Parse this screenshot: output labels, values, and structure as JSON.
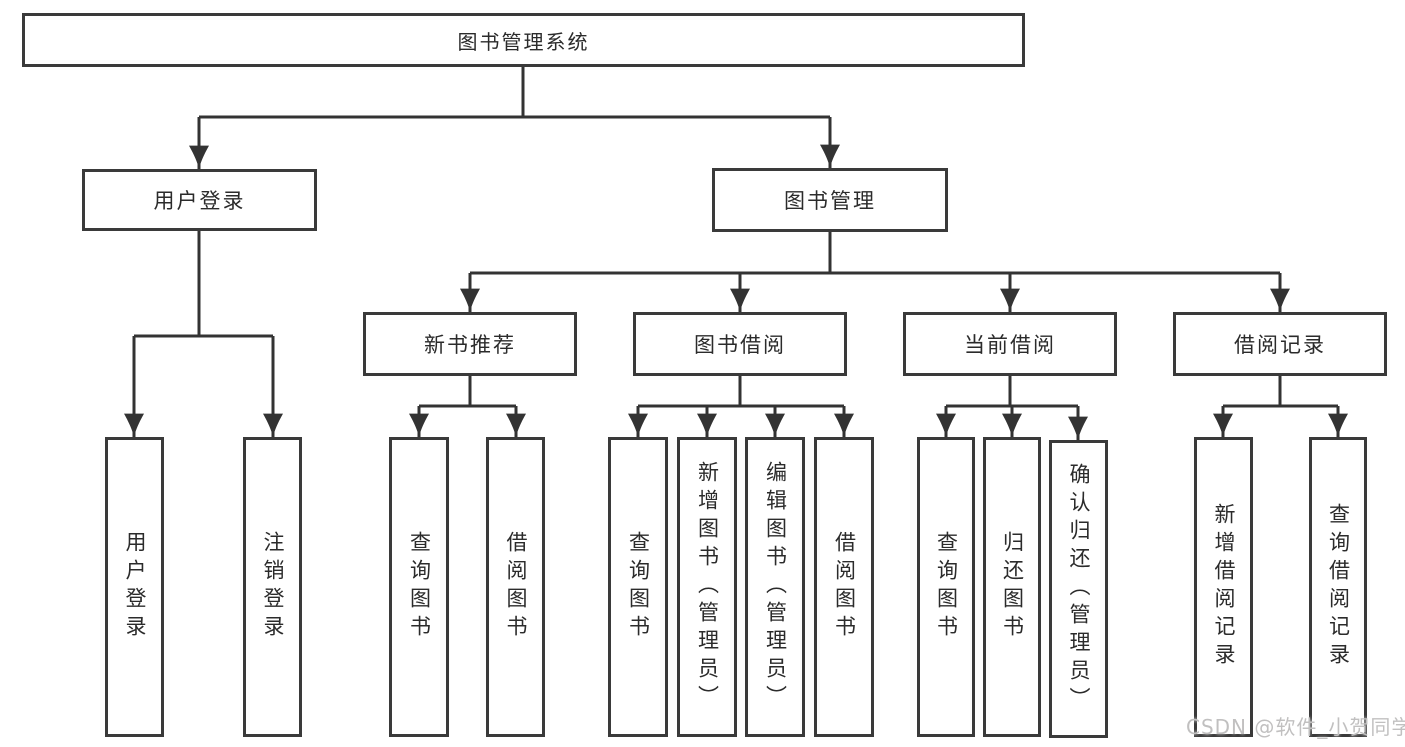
{
  "diagram": {
    "root": {
      "label": "图书管理系统"
    },
    "level2": {
      "user_login": {
        "label": "用户登录"
      },
      "book_management": {
        "label": "图书管理"
      }
    },
    "level3": {
      "new_book_recommend": {
        "label": "新书推荐"
      },
      "book_borrow": {
        "label": "图书借阅"
      },
      "current_borrow": {
        "label": "当前借阅"
      },
      "borrow_record": {
        "label": "借阅记录"
      }
    },
    "leaves": {
      "user_login": [
        "用户登录",
        "注销登录"
      ],
      "new_book_recommend": [
        "查询图书",
        "借阅图书"
      ],
      "book_borrow": [
        "查询图书",
        "新增图书（管理员）",
        "编辑图书（管理员）",
        "借阅图书"
      ],
      "current_borrow": [
        "查询图书",
        "归还图书",
        "确认归还（管理员）"
      ],
      "borrow_record": [
        "新增借阅记录",
        "查询借阅记录"
      ]
    },
    "watermark": "CSDN @软件_小贺同学",
    "colors": {
      "line": "#333333",
      "border": "#3a3a3a",
      "text": "#2b2b2b",
      "watermark": "#c1c0c0",
      "background": "#ffffff"
    }
  }
}
